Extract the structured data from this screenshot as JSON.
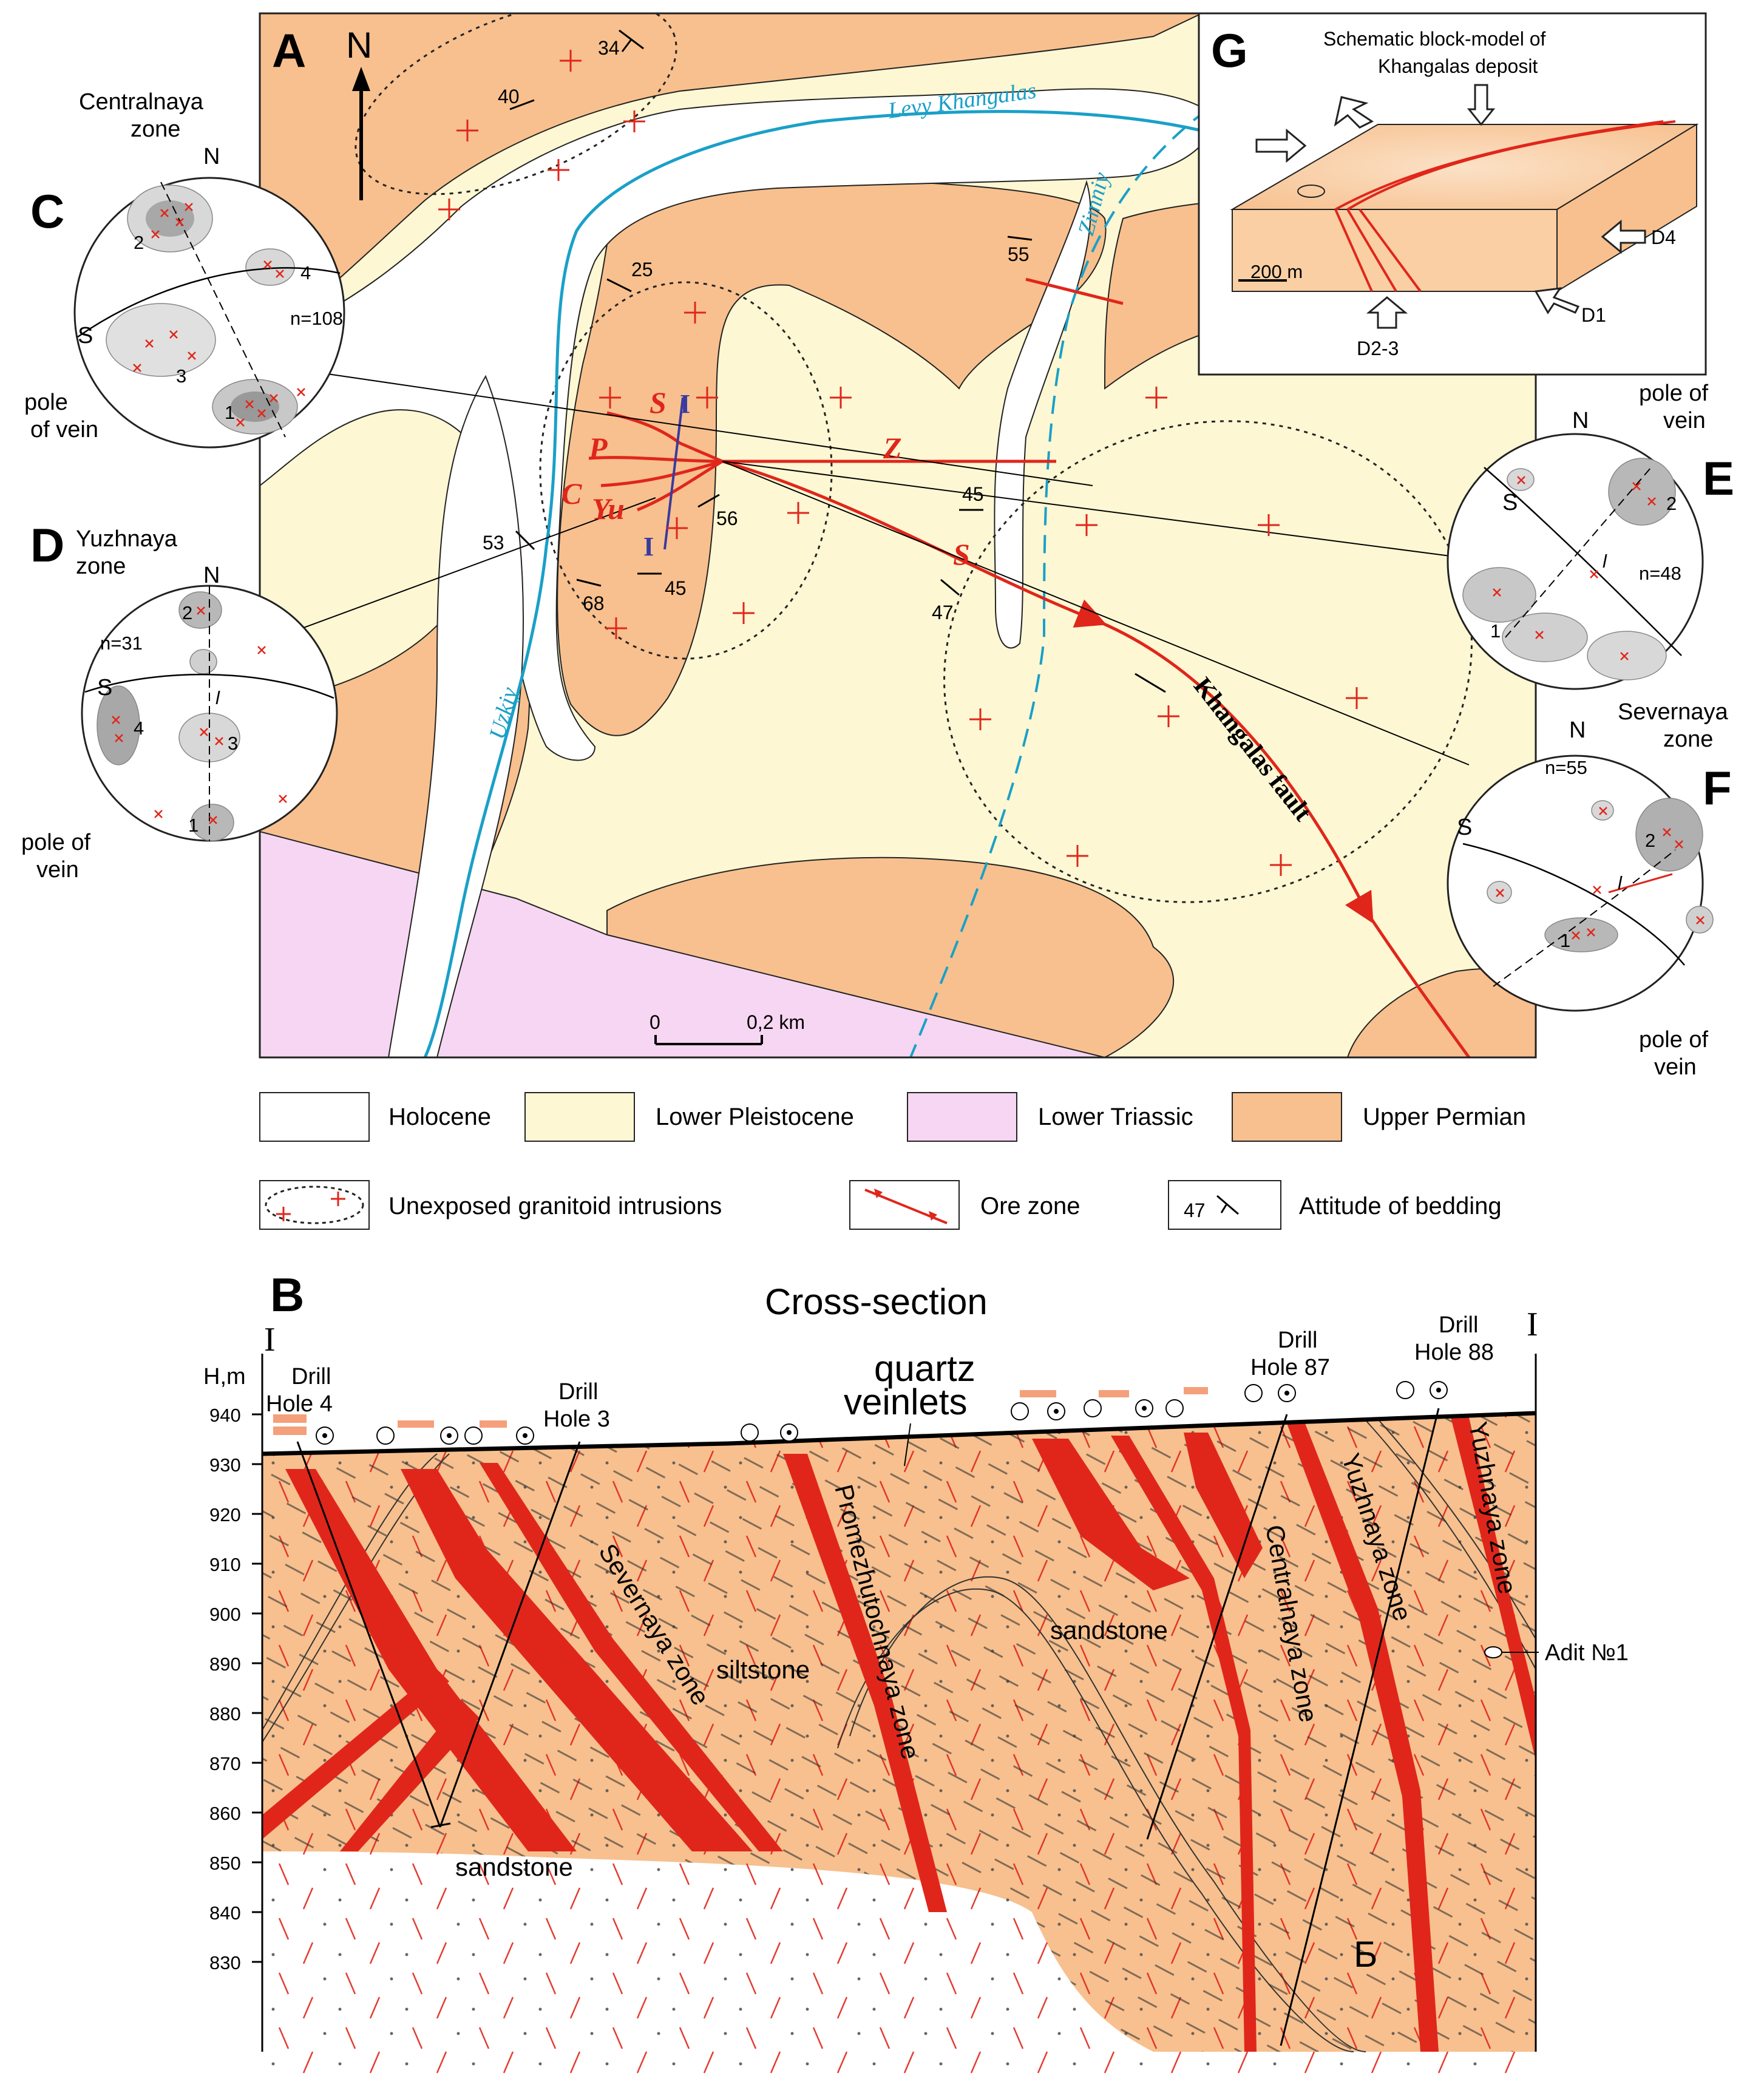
{
  "colors": {
    "holocene": "#ffffff",
    "pleistocene": "#fdf7d3",
    "triassic": "#f6d6f2",
    "permian": "#f7c08e",
    "ore": "#e0261b",
    "river": "#1aa0c8",
    "section_line": "#3a3aa0"
  },
  "panels": {
    "A": "A",
    "B": "B",
    "C": "C",
    "D": "D",
    "E": "E",
    "F": "F",
    "G": "G"
  },
  "map": {
    "north": "N",
    "river_levy": "Levy Khangalas",
    "river_zimniy": "Zimniy",
    "river_uzkiy": "Uzkiy",
    "fault_label": "Khangalas fault",
    "ore_letters": [
      "S",
      "P",
      "C",
      "Yu",
      "Z",
      "S"
    ],
    "section_marks": [
      "I",
      "I"
    ],
    "dips": [
      "34",
      "40",
      "25",
      "55",
      "53",
      "56",
      "45",
      "68",
      "45",
      "47"
    ],
    "scale_zero": "0",
    "scale_label": "0,2 km"
  },
  "stereonets": {
    "C": {
      "title": [
        "Centralnaya",
        "zone"
      ],
      "N": "N",
      "S": "S",
      "n": "n=108",
      "clusters": [
        "1",
        "2",
        "3",
        "4"
      ],
      "pole": [
        "pole",
        "of vein"
      ]
    },
    "D": {
      "title": [
        "Yuzhnaya",
        "zone"
      ],
      "N": "N",
      "S": "S",
      "n": "n=31",
      "clusters": [
        "1",
        "2",
        "3",
        "4"
      ],
      "l": "l",
      "pole": [
        "pole of",
        "vein"
      ]
    },
    "E": {
      "N": "N",
      "S": "S",
      "n": "n=48",
      "clusters": [
        "1",
        "2"
      ],
      "l": "l",
      "pole": [
        "pole of",
        "vein"
      ]
    },
    "F": {
      "title": [
        "Severnaya",
        "zone"
      ],
      "N": "N",
      "S": "S",
      "n": "n=55",
      "clusters": [
        "1",
        "2"
      ],
      "l": "l",
      "pole": [
        "pole of",
        "vein"
      ]
    }
  },
  "block_model": {
    "title": [
      "Schematic block-model of",
      "Khangalas deposit"
    ],
    "scale": "200 m",
    "arrows": [
      "D4",
      "D1",
      "D2-3"
    ]
  },
  "legend": {
    "holocene": "Holocene",
    "pleistocene": "Lower Pleistocene",
    "triassic": "Lower Triassic",
    "permian": "Upper Permian",
    "granitoid": "Unexposed granitoid intrusions",
    "ore_zone": "Ore zone",
    "bedding": "Attitude of bedding",
    "bedding_sample": "47"
  },
  "cross_section": {
    "title": "Cross-section",
    "section_ends": [
      "I",
      "I"
    ],
    "axis_label": "H,m",
    "ticks": [
      "940",
      "930",
      "920",
      "910",
      "900",
      "890",
      "880",
      "870",
      "860",
      "850",
      "840",
      "830"
    ],
    "drill4": [
      "Drill",
      "Hole 4"
    ],
    "drill3": [
      "Drill",
      "Hole 3"
    ],
    "drill87": [
      "Drill",
      "Hole 87"
    ],
    "drill88": [
      "Drill",
      "Hole 88"
    ],
    "quartz": [
      "quartz",
      "veinlets"
    ],
    "zones": [
      "Severnaya zone",
      "Promezhutochnaya zone",
      "Centralnaya zone",
      "Yuzhnaya zone",
      "Yuzhnaya zone"
    ],
    "rocks": [
      "siltstone",
      "sandstone",
      "sandstone"
    ],
    "adit": "Adit №1",
    "letter_b": "Б"
  }
}
